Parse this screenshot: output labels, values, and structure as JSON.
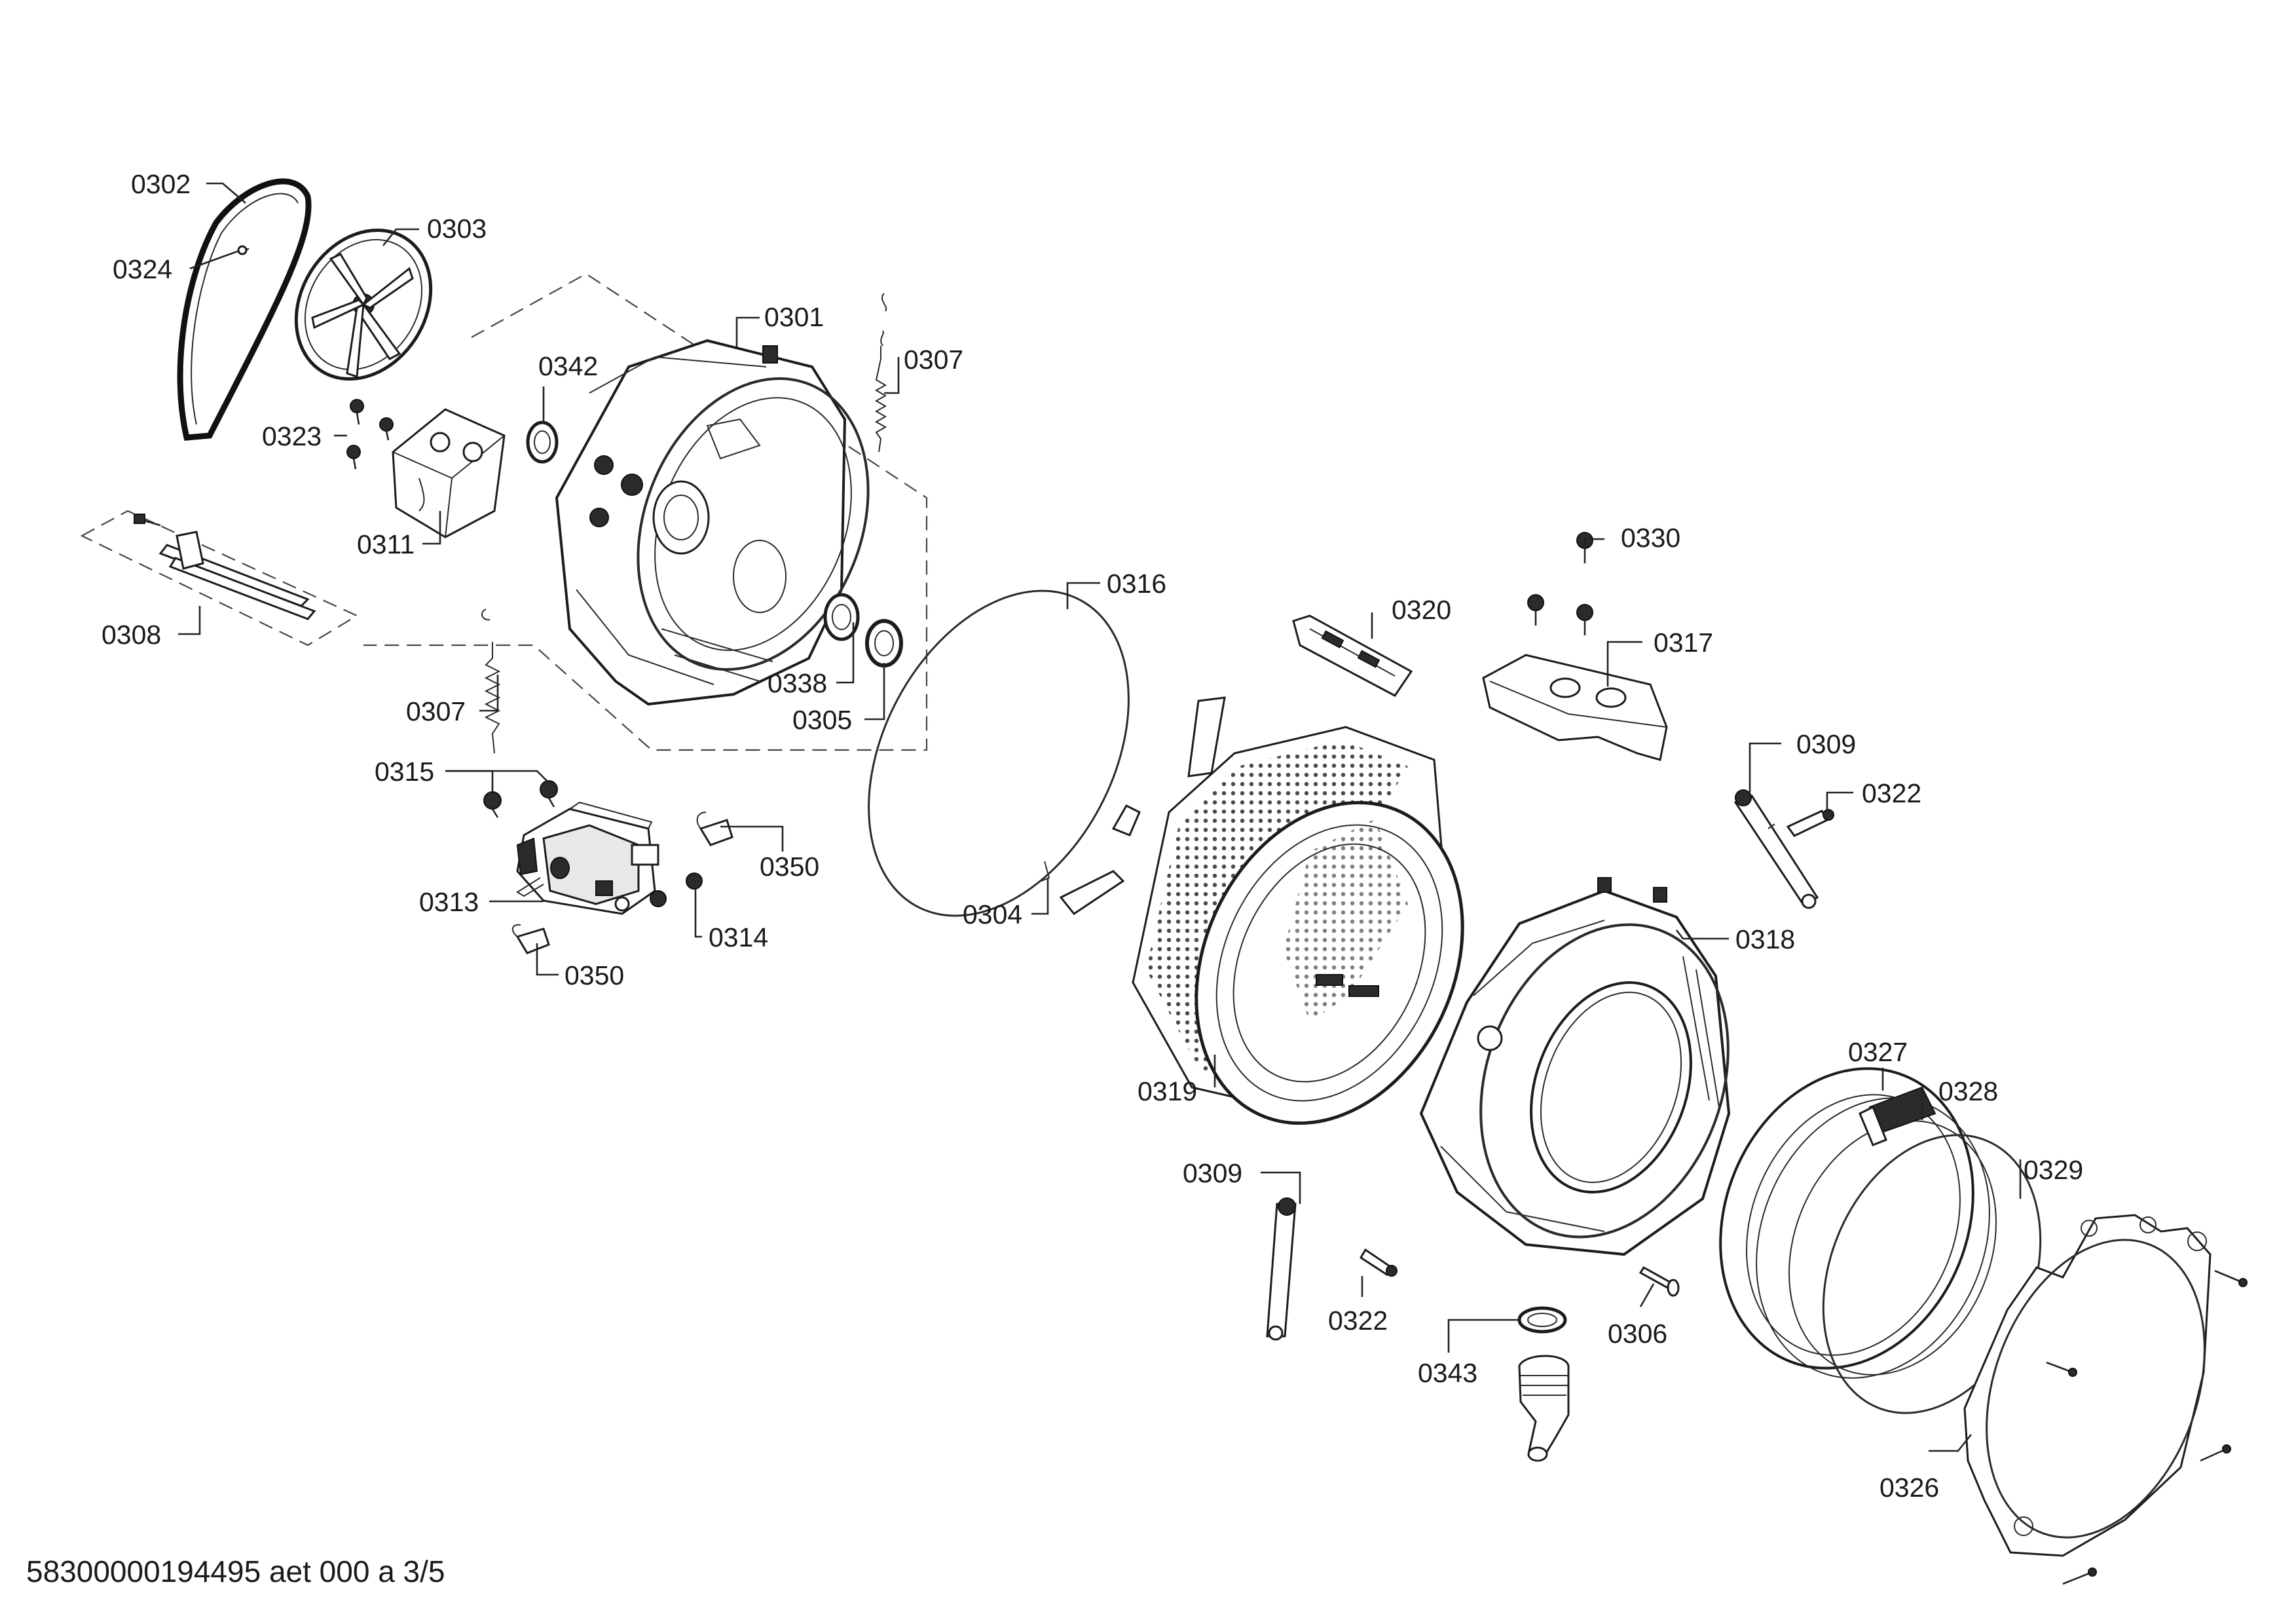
{
  "document_code": "58300000194495 aet 000 a 3/5",
  "labels": {
    "p0302": "0302",
    "p0303": "0303",
    "p0324": "0324",
    "p0301": "0301",
    "p0307a": "0307",
    "p0342": "0342",
    "p0323": "0323",
    "p0311": "0311",
    "p0308": "0308",
    "p0307b": "0307",
    "p0338": "0338",
    "p0305": "0305",
    "p0316": "0316",
    "p0315": "0315",
    "p0350a": "0350",
    "p0313": "0313",
    "p0314": "0314",
    "p0350b": "0350",
    "p0304": "0304",
    "p0320": "0320",
    "p0330": "0330",
    "p0317": "0317",
    "p0309a": "0309",
    "p0322a": "0322",
    "p0318": "0318",
    "p0319": "0319",
    "p0327": "0327",
    "p0328": "0328",
    "p0329": "0329",
    "p0309b": "0309",
    "p0322b": "0322",
    "p0343": "0343",
    "p0306": "0306",
    "p0326": "0326"
  }
}
